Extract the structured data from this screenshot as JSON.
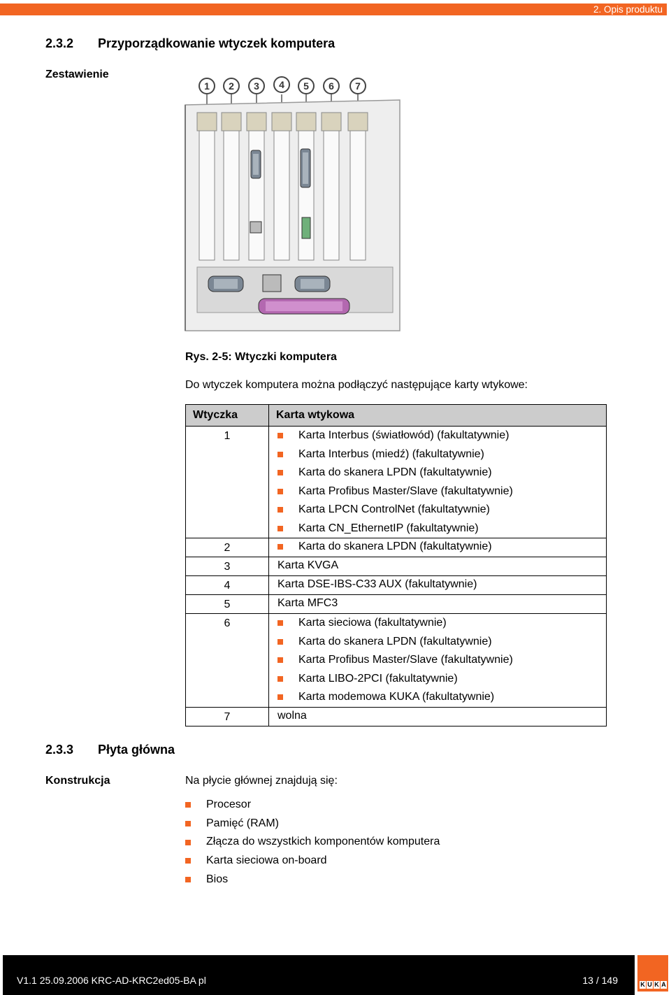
{
  "header": {
    "chapter": "2. Opis produktu"
  },
  "section_232": {
    "number": "2.3.2",
    "title": "Przyporządkowanie wtyczek komputera",
    "side_label": "Zestawienie"
  },
  "figure": {
    "caption": "Rys. 2-5: Wtyczki komputera",
    "slot_numbers": [
      "1",
      "2",
      "3",
      "4",
      "5",
      "6",
      "7"
    ]
  },
  "intro": "Do wtyczek komputera można podłączyć następujące karty wtykowe:",
  "table": {
    "col1": "Wtyczka",
    "col2": "Karta wtykowa",
    "rows": [
      {
        "plug": "1",
        "items": [
          "Karta Interbus (światłowód) (fakultatywnie)",
          "Karta Interbus (miedź) (fakultatywnie)",
          "Karta do skanera LPDN (fakultatywnie)",
          "Karta Profibus Master/Slave (fakultatywnie)",
          "Karta LPCN ControlNet (fakultatywnie)",
          "Karta CN_EthernetIP (fakultatywnie)"
        ]
      },
      {
        "plug": "2",
        "items": [
          "Karta do skanera LPDN (fakultatywnie)"
        ]
      },
      {
        "plug": "3",
        "text": "Karta KVGA"
      },
      {
        "plug": "4",
        "text": "Karta DSE-IBS-C33 AUX (fakultatywnie)"
      },
      {
        "plug": "5",
        "text": "Karta MFC3"
      },
      {
        "plug": "6",
        "items": [
          "Karta sieciowa (fakultatywnie)",
          "Karta do skanera LPDN (fakultatywnie)",
          "Karta Profibus Master/Slave (fakultatywnie)",
          "Karta LIBO-2PCI (fakultatywnie)",
          "Karta modemowa KUKA (fakultatywnie)"
        ]
      },
      {
        "plug": "7",
        "text": "wolna"
      }
    ]
  },
  "section_233": {
    "number": "2.3.3",
    "title": "Płyta główna",
    "side_label": "Konstrukcja",
    "lead": "Na płycie głównej znajdują się:",
    "items": [
      "Procesor",
      "Pamięć (RAM)",
      "Złącza do wszystkich komponentów komputera",
      "Karta sieciowa on-board",
      "Bios"
    ]
  },
  "footer": {
    "left": "V1.1  25.09.2006 KRC-AD-KRC2ed05-BA pl",
    "right": "13 / 149"
  },
  "logo": {
    "letters": [
      "K",
      "U",
      "K",
      "A"
    ]
  },
  "colors": {
    "accent": "#f26522",
    "table_header_bg": "#cccccc"
  }
}
